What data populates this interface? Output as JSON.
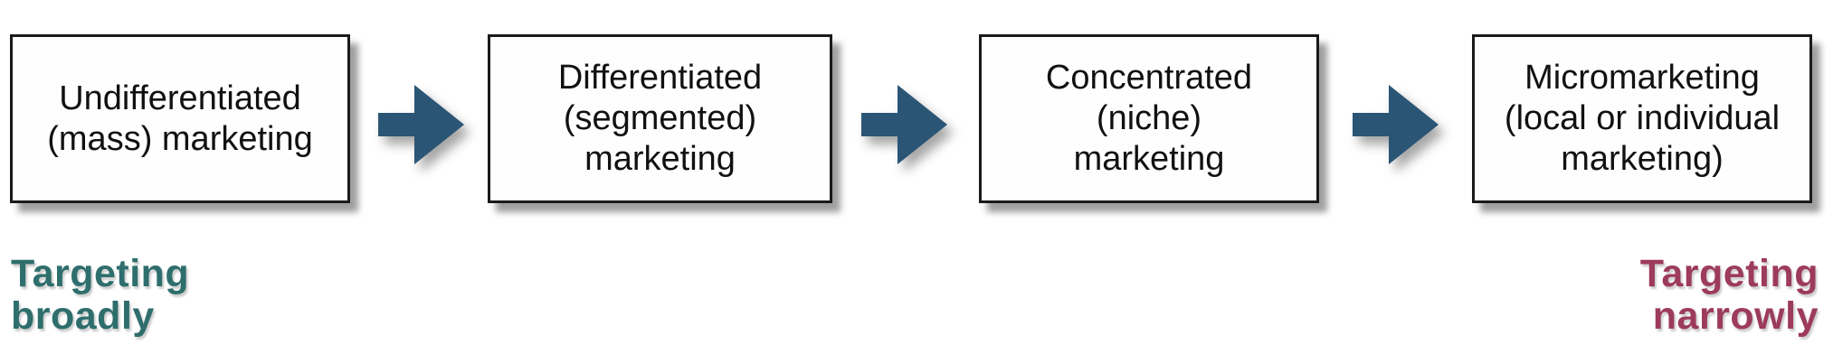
{
  "diagram": {
    "description": "Market targeting strategies flow, from broad to narrow targeting",
    "boxes": [
      {
        "id": "undifferentiated",
        "lines": [
          "Undifferentiated",
          "(mass) marketing"
        ]
      },
      {
        "id": "differentiated",
        "lines": [
          "Differentiated",
          "(segmented)",
          "marketing"
        ]
      },
      {
        "id": "concentrated",
        "lines": [
          "Concentrated",
          "(niche)",
          "marketing"
        ]
      },
      {
        "id": "micromarketing",
        "lines": [
          "Micromarketing",
          "(local or individual",
          "marketing)"
        ]
      }
    ],
    "arrows": {
      "direction": "right",
      "color": "#2B5575"
    },
    "labels": {
      "left": {
        "line1": "Targeting",
        "line2": "broadly",
        "color": "#2E6E6D"
      },
      "right": {
        "line1": "Targeting",
        "line2": "narrowly",
        "color": "#9D3B5B"
      }
    },
    "colors": {
      "box_border": "#1A1A1A",
      "box_background": "#FEFEFE",
      "box_text": "#111111"
    }
  }
}
